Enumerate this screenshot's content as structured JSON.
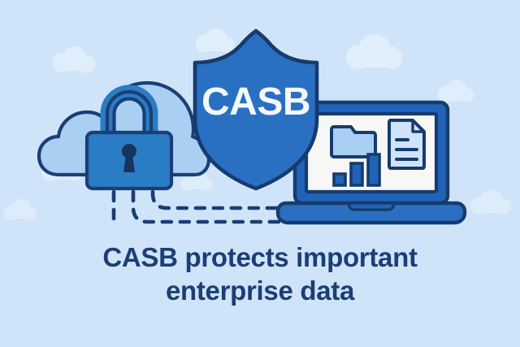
{
  "illustration": {
    "title": "CASB cloud access security broker illustration",
    "background_color": "#cfe4f8",
    "shield": {
      "label": "CASB",
      "fill_color": "#2a70c2",
      "outline_color": "#173b6e",
      "label_color": "#f4f8fd"
    },
    "cloud": {
      "name": "cloud",
      "fill_color": "#a9d0f2",
      "outline_color": "#1b3e76"
    },
    "padlock": {
      "name": "padlock",
      "body_color": "#2a7cc4",
      "shackle_color": "#2a7cc4",
      "outline_color": "#173b6e",
      "keyhole_color": "#17345f"
    },
    "laptop": {
      "name": "laptop",
      "frame_color": "#1f64b8",
      "screen_color": "#f7f8f6",
      "base_color": "#2a6fc2",
      "outline_color": "#173b6e",
      "screen_items": [
        {
          "name": "folder-icon",
          "fill": "#a9d0f2"
        },
        {
          "name": "document-icon",
          "fill": "#cfe4f8",
          "text_lines": 3
        },
        {
          "name": "bar-chart-icon",
          "bars": 3
        }
      ]
    },
    "data_flow": {
      "name": "dashed-data-flow",
      "color": "#1b3e76",
      "style": "dashed",
      "vertical_strands": 3,
      "horizontal_strands": 2
    },
    "background_clouds": {
      "name": "decorative-clouds",
      "color": "#e3f0fc",
      "count": 8
    }
  },
  "caption": {
    "line1": "CASB protects important",
    "line2": "enterprise data",
    "color": "#1b3e76"
  }
}
